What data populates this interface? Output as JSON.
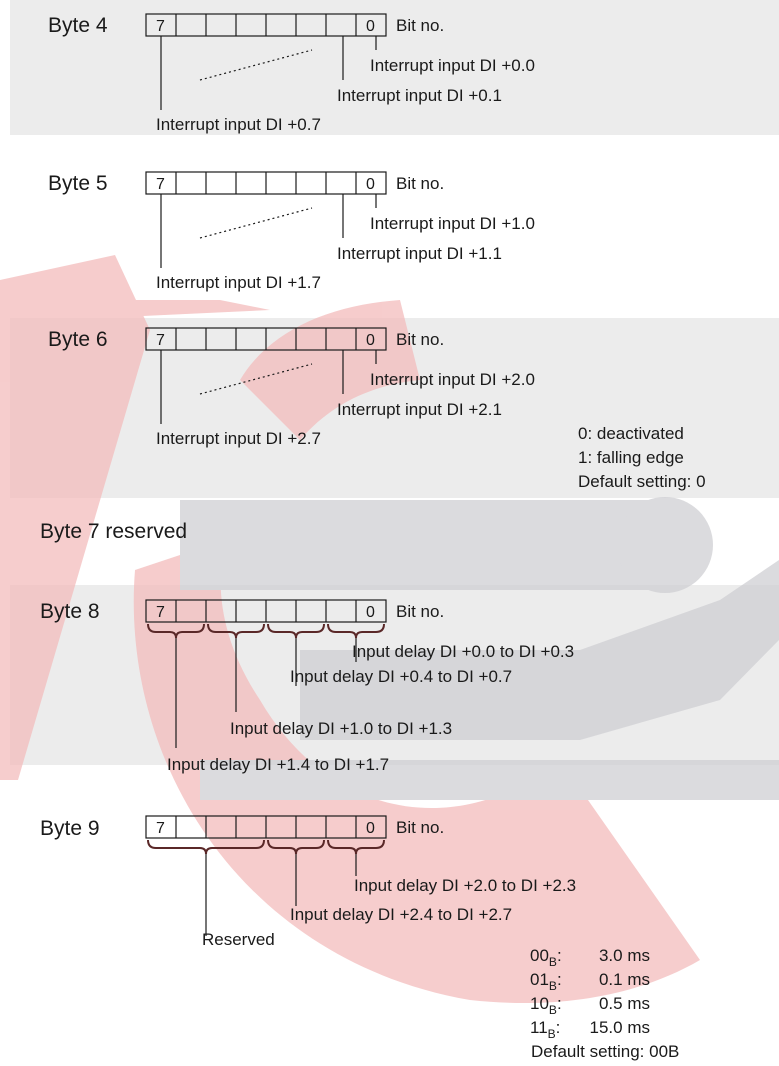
{
  "bit_no_label": "Bit no.",
  "bit_high": "7",
  "bit_low": "0",
  "bytes": {
    "b4": {
      "label": "Byte 4",
      "bit_low_desc": "Interrupt input DI +0.0",
      "bit_1_desc": "Interrupt input DI +0.1",
      "bit_high_desc": "Interrupt input DI +0.7"
    },
    "b5": {
      "label": "Byte 5",
      "bit_low_desc": "Interrupt input DI +1.0",
      "bit_1_desc": "Interrupt input DI +1.1",
      "bit_high_desc": "Interrupt input DI +1.7"
    },
    "b6": {
      "label": "Byte 6",
      "bit_low_desc": "Interrupt input DI +2.0",
      "bit_1_desc": "Interrupt input DI +2.1",
      "bit_high_desc": "Interrupt input DI +2.7"
    },
    "b7": {
      "label": "Byte 7 reserved"
    },
    "b8": {
      "label": "Byte 8",
      "group_1": "Input delay DI +0.0 to DI +0.3",
      "group_2": "Input delay DI +0.4 to DI +0.7",
      "group_3": "Input delay DI +1.0 to DI +1.3",
      "group_4": "Input delay DI +1.4 to DI +1.7"
    },
    "b9": {
      "label": "Byte 9",
      "group_1": "Input delay DI +2.0 to DI +2.3",
      "group_2": "Input delay DI +2.4 to DI +2.7",
      "group_3": "Reserved"
    }
  },
  "interrupt_legend": {
    "line1": "0: deactivated",
    "line2": "1: falling edge",
    "line3": "Default setting: 0"
  },
  "delay_legend": {
    "subscript": "B",
    "rows": [
      {
        "code": "00",
        "value": "3.0 ms"
      },
      {
        "code": "01",
        "value": "0.1 ms"
      },
      {
        "code": "10",
        "value": "0.5 ms"
      },
      {
        "code": "11",
        "value": "15.0 ms"
      }
    ],
    "default": "Default setting:  00B"
  },
  "colors": {
    "band": "#ececec",
    "watermark_red": "#f3bcbc",
    "watermark_gray": "#cfcfd3",
    "ink": "#1a1a1a",
    "brace": "#5a2828"
  }
}
